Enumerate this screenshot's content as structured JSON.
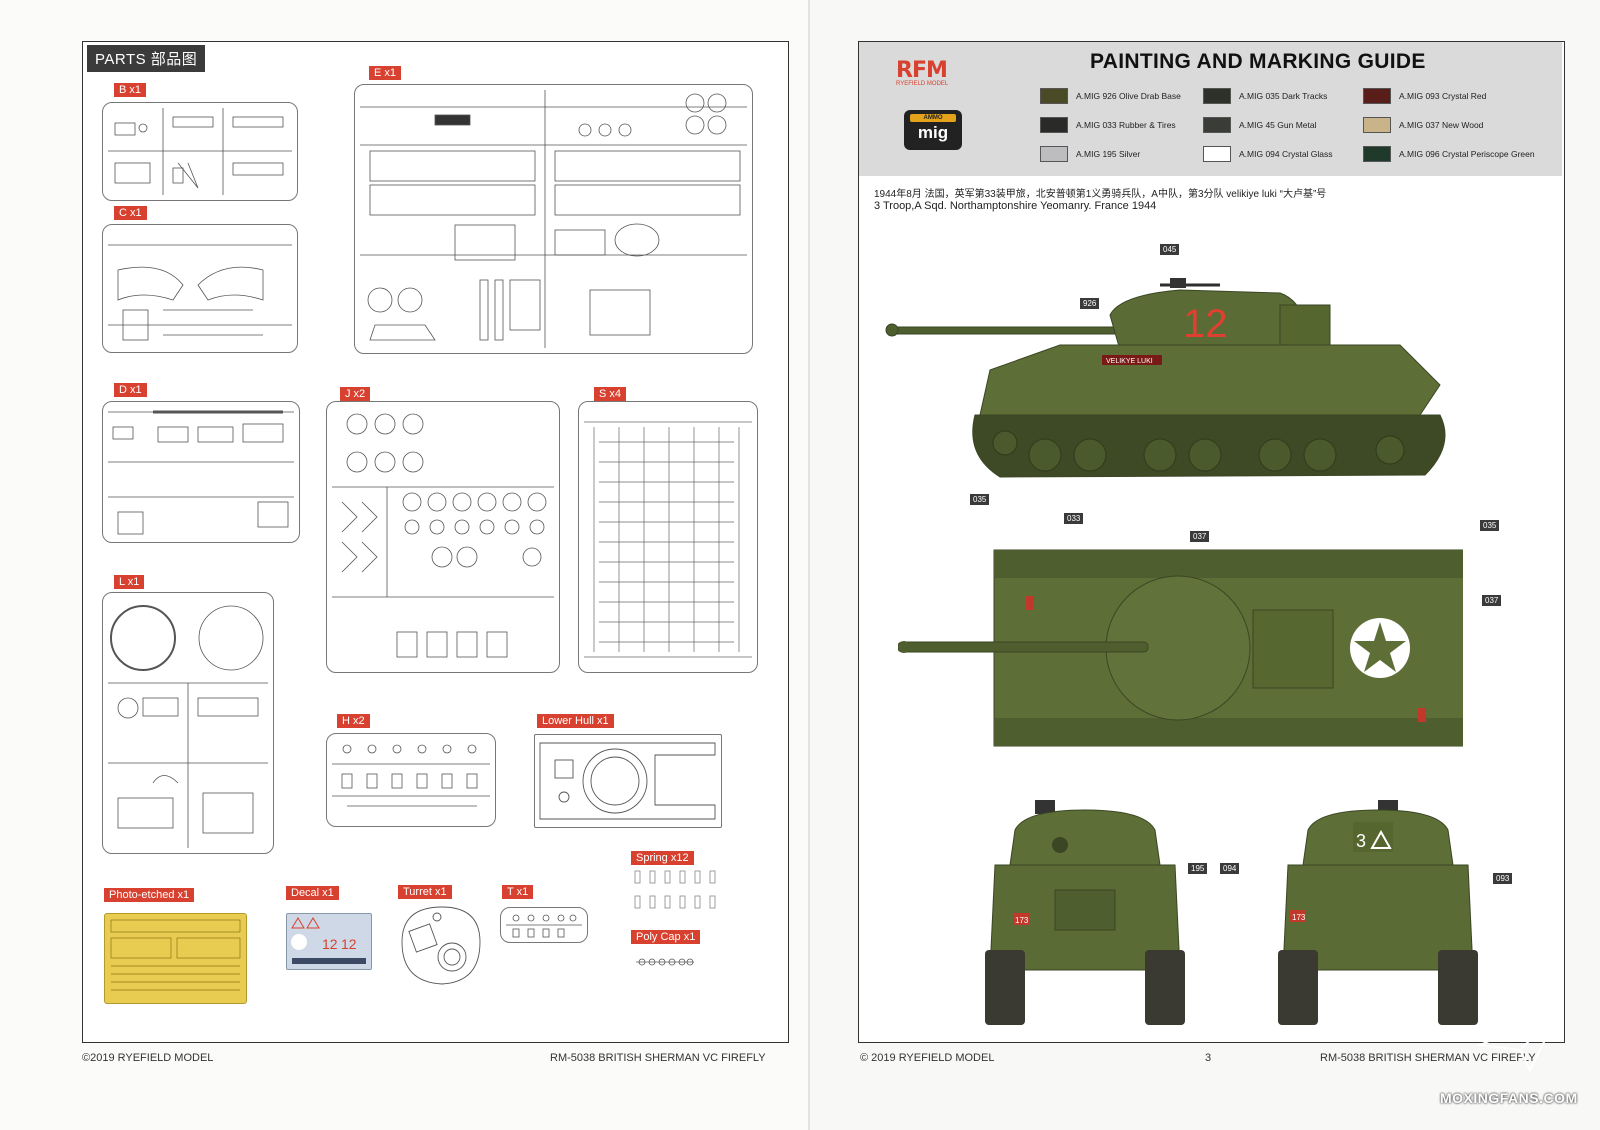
{
  "left_page": {
    "title": "PARTS 部品图",
    "sprues": [
      {
        "id": "B",
        "label": "B x1"
      },
      {
        "id": "C",
        "label": "C x1"
      },
      {
        "id": "E",
        "label": "E x1"
      },
      {
        "id": "D",
        "label": "D x1"
      },
      {
        "id": "J",
        "label": "J x2"
      },
      {
        "id": "S",
        "label": "S x4"
      },
      {
        "id": "L",
        "label": "L x1"
      },
      {
        "id": "H",
        "label": "H x2"
      },
      {
        "id": "LH",
        "label": "Lower Hull x1"
      },
      {
        "id": "SP",
        "label": "Spring x12"
      },
      {
        "id": "PC",
        "label": "Poly Cap x1"
      },
      {
        "id": "PE",
        "label": "Photo-etched x1"
      },
      {
        "id": "DC",
        "label": "Decal x1"
      },
      {
        "id": "TU",
        "label": "Turret x1"
      },
      {
        "id": "T",
        "label": "T x1"
      }
    ],
    "footer_left": "©2019 RYEFIELD MODEL",
    "footer_right": "RM-5038 BRITISH SHERMAN VC FIREFLY"
  },
  "right_page": {
    "title": "PAINTING AND MARKING GUIDE",
    "brand_main": "RFM",
    "brand_sub": "RYEFIELD MODEL",
    "brand_mig": "mig",
    "brand_mig_bar": "AMMO",
    "paints": [
      {
        "name": "A.MIG 926 Olive Drab Base",
        "color": "#4a4a26"
      },
      {
        "name": "A.MIG 035 Dark Tracks",
        "color": "#2e302a"
      },
      {
        "name": "A.MIG 093 Crystal Red",
        "color": "#5a1e1a"
      },
      {
        "name": "A.MIG 033 Rubber & Tires",
        "color": "#2a2a28"
      },
      {
        "name": "A.MIG 45 Gun Metal",
        "color": "#3a3c38"
      },
      {
        "name": "A.MIG 037 New Wood",
        "color": "#c9b48a"
      },
      {
        "name": "A.MIG 195 Silver",
        "color": "#bdbdc0"
      },
      {
        "name": "A.MIG 094 Crystal Glass",
        "color": "#ffffff"
      },
      {
        "name": "A.MIG 096 Crystal Periscope Green",
        "color": "#1f3a2a"
      }
    ],
    "scheme_cn": "1944年8月 法国，英军第33装甲旅，北安普顿第1义勇骑兵队，A中队，第3分队 velikiye luki “大卢基”号",
    "scheme_en": "3 Troop,A Sqd. Northamptonshire Yeomanry. France 1944",
    "tank_number": "12",
    "tank_name": "VELIKYE LUKI",
    "unit_plate": "173",
    "turret_marking": "3",
    "callouts": [
      "045",
      "926",
      "035",
      "033",
      "037",
      "035",
      "037",
      "195",
      "094",
      "093"
    ],
    "page_number": "3",
    "footer_left": "© 2019 RYEFIELD MODEL",
    "footer_right": "RM-5038 BRITISH SHERMAN VC FIREFLY",
    "watermark": "MOXINGFANS.COM"
  }
}
